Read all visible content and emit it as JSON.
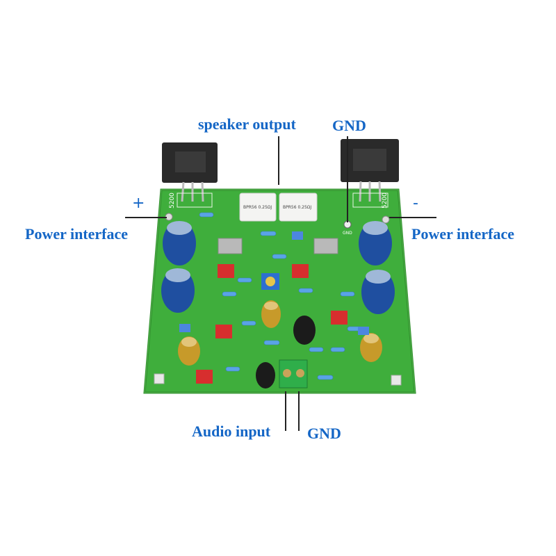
{
  "labels": {
    "speaker_output": "speaker output",
    "gnd_top": "GND",
    "plus": "+",
    "minus": "-",
    "power_left": "Power interface",
    "power_right": "Power interface",
    "audio_input": "Audio input",
    "gnd_bottom": "GND"
  },
  "silkscreen": {
    "left_transistor": "5200",
    "right_transistor": "5200",
    "gnd_pad": "GND",
    "resistor_left": "BPR56 0.25ΩJ",
    "resistor_right": "BPR56 0.25ΩJ"
  },
  "colors": {
    "label_blue": "#1466c6",
    "pcb_green": "#3fae3c",
    "pcb_edge": "#2f8f2c"
  }
}
